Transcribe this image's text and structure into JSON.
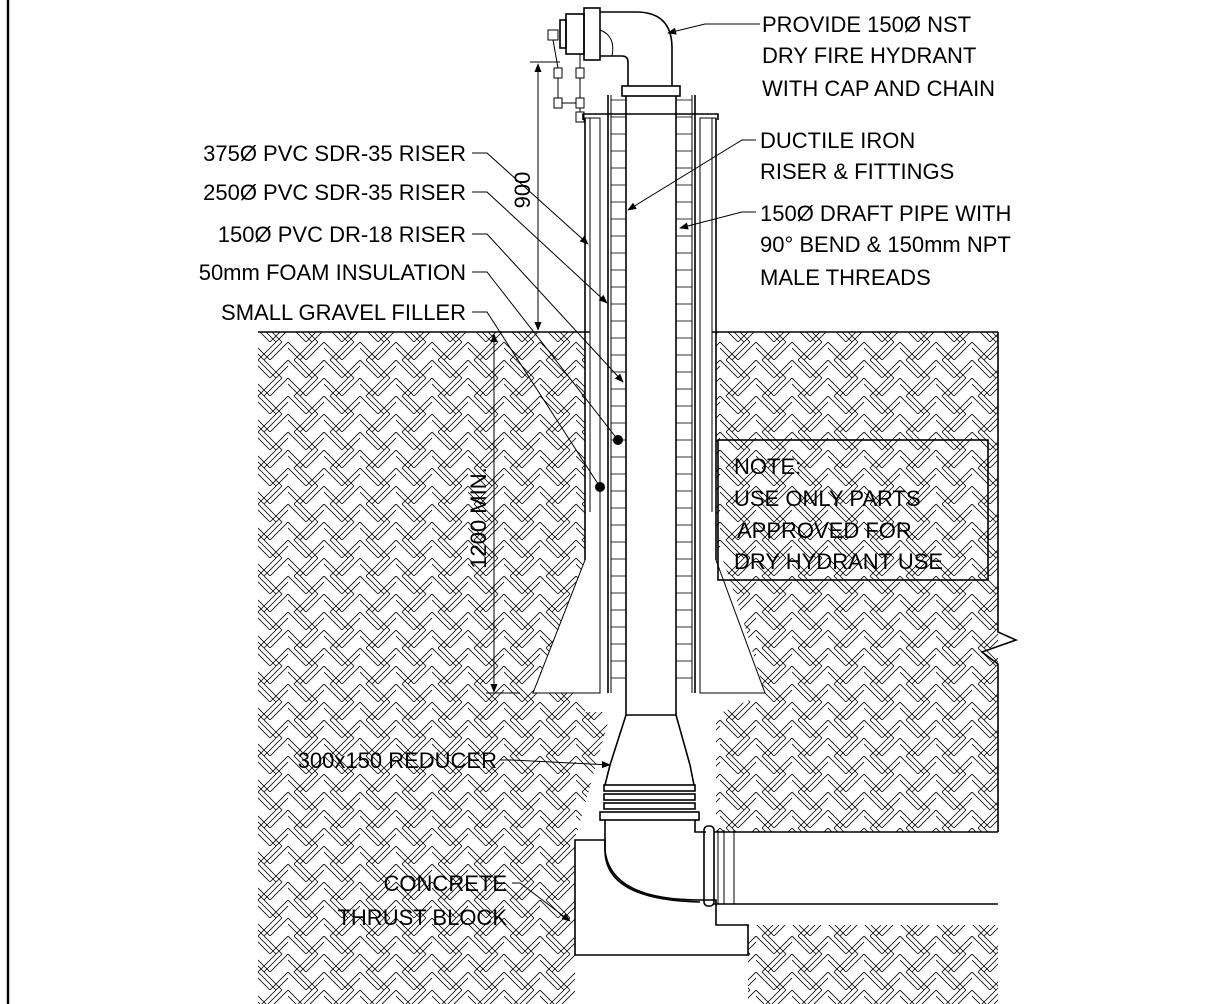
{
  "callouts": {
    "hydrant": [
      "PROVIDE 150Ø NST",
      "DRY FIRE HYDRANT",
      "WITH CAP AND CHAIN"
    ],
    "ductile": [
      "DUCTILE IRON",
      "RISER & FITTINGS"
    ],
    "draft": [
      "150Ø DRAFT PIPE WITH",
      "90° BEND & 150mm NPT",
      "MALE THREADS"
    ],
    "riser375": "375Ø PVC SDR-35 RISER",
    "riser250": "250Ø PVC SDR-35 RISER",
    "riser150": "150Ø PVC DR-18 RISER",
    "foam": "50mm FOAM INSULATION",
    "gravel": "SMALL GRAVEL FILLER",
    "reducer": "300x150 REDUCER",
    "thrust": [
      "CONCRETE",
      "THRUST BLOCK"
    ]
  },
  "note": {
    "title": "NOTE:",
    "lines": [
      "USE ONLY PARTS",
      "APPROVED FOR",
      "DRY HYDRANT USE"
    ]
  },
  "dimensions": {
    "above_grade": "900",
    "below_grade": "1200 MIN."
  }
}
